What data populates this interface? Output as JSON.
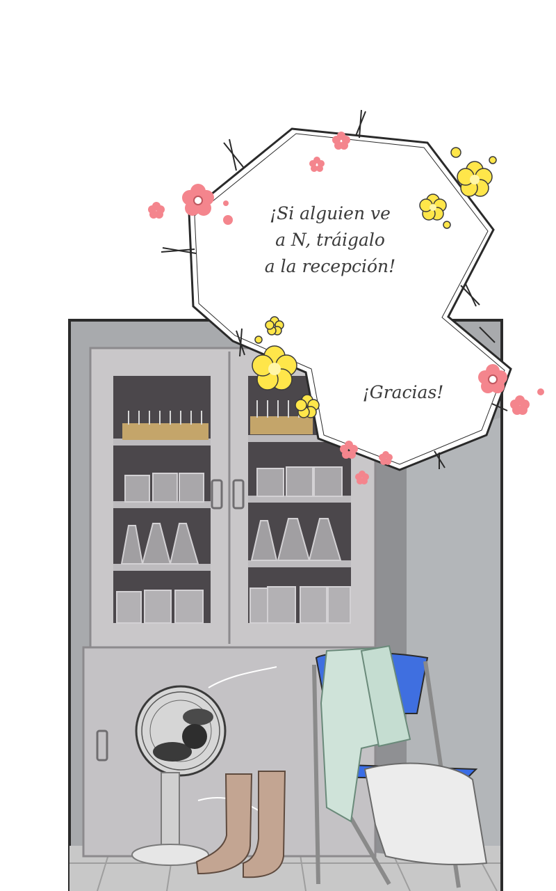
{
  "speech_bubble": {
    "lines": [
      "¡Si alguien ve",
      "a N, tráigalo",
      "a la recepción!"
    ],
    "secondary": "¡Gracias!"
  },
  "colors": {
    "wall": "#a8aaad",
    "cabinet": "#c9c7c9",
    "flower_pink": "#f4858d",
    "flower_yellow": "#ffe64a",
    "chair_seat": "#3f6fe0",
    "towel": "#cfe3d9"
  }
}
